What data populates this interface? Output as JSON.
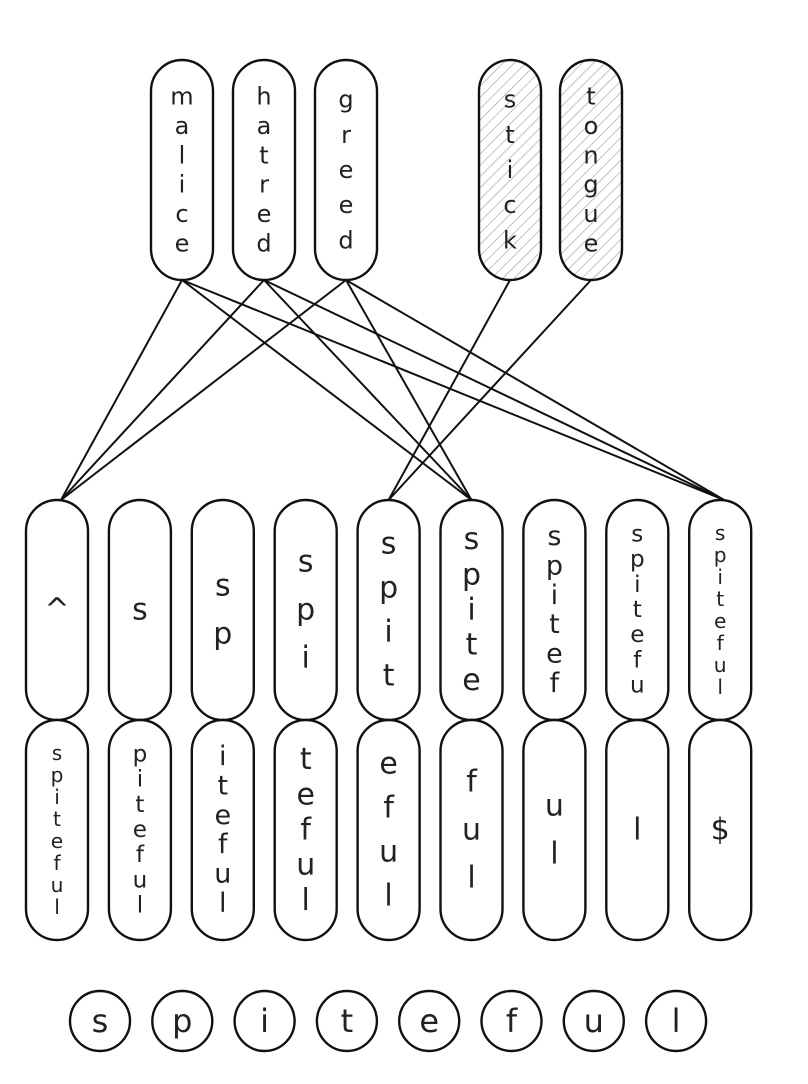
{
  "concepts": [
    {
      "id": "malice",
      "letters": [
        "m",
        "a",
        "l",
        "i",
        "c",
        "e"
      ],
      "hatched": false
    },
    {
      "id": "hatred",
      "letters": [
        "h",
        "a",
        "t",
        "r",
        "e",
        "d"
      ],
      "hatched": false
    },
    {
      "id": "greed",
      "letters": [
        "g",
        "r",
        "e",
        "e",
        "d"
      ],
      "hatched": false
    },
    {
      "id": "stick",
      "letters": [
        "s",
        "t",
        "i",
        "c",
        "k"
      ],
      "hatched": true
    },
    {
      "id": "tongue",
      "letters": [
        "t",
        "o",
        "n",
        "g",
        "u",
        "e"
      ],
      "hatched": true
    }
  ],
  "splits": [
    {
      "prefix": [
        "^"
      ],
      "suffix": [
        "s",
        "p",
        "i",
        "t",
        "e",
        "f",
        "u",
        "l"
      ]
    },
    {
      "prefix": [
        "s"
      ],
      "suffix": [
        "p",
        "i",
        "t",
        "e",
        "f",
        "u",
        "l"
      ]
    },
    {
      "prefix": [
        "s",
        "p"
      ],
      "suffix": [
        "i",
        "t",
        "e",
        "f",
        "u",
        "l"
      ]
    },
    {
      "prefix": [
        "s",
        "p",
        "i"
      ],
      "suffix": [
        "t",
        "e",
        "f",
        "u",
        "l"
      ]
    },
    {
      "prefix": [
        "s",
        "p",
        "i",
        "t"
      ],
      "suffix": [
        "e",
        "f",
        "u",
        "l"
      ]
    },
    {
      "prefix": [
        "s",
        "p",
        "i",
        "t",
        "e"
      ],
      "suffix": [
        "f",
        "u",
        "l"
      ]
    },
    {
      "prefix": [
        "s",
        "p",
        "i",
        "t",
        "e",
        "f"
      ],
      "suffix": [
        "u",
        "l"
      ]
    },
    {
      "prefix": [
        "s",
        "p",
        "i",
        "t",
        "e",
        "f",
        "u"
      ],
      "suffix": [
        "l"
      ]
    },
    {
      "prefix": [
        "s",
        "p",
        "i",
        "t",
        "e",
        "f",
        "u",
        "l"
      ],
      "suffix": [
        "$"
      ]
    }
  ],
  "letters": [
    "s",
    "p",
    "i",
    "t",
    "e",
    "f",
    "u",
    "l"
  ],
  "links": [
    {
      "from": 0,
      "to": 0
    },
    {
      "from": 0,
      "to": 5
    },
    {
      "from": 0,
      "to": 8
    },
    {
      "from": 1,
      "to": 0
    },
    {
      "from": 1,
      "to": 5
    },
    {
      "from": 1,
      "to": 8
    },
    {
      "from": 2,
      "to": 0
    },
    {
      "from": 2,
      "to": 5
    },
    {
      "from": 2,
      "to": 8
    },
    {
      "from": 3,
      "to": 4
    },
    {
      "from": 4,
      "to": 4
    }
  ],
  "colors": {
    "stroke": "#111111",
    "text": "#222222",
    "hatch": "#9a9a9a",
    "fill": "#ffffff"
  }
}
